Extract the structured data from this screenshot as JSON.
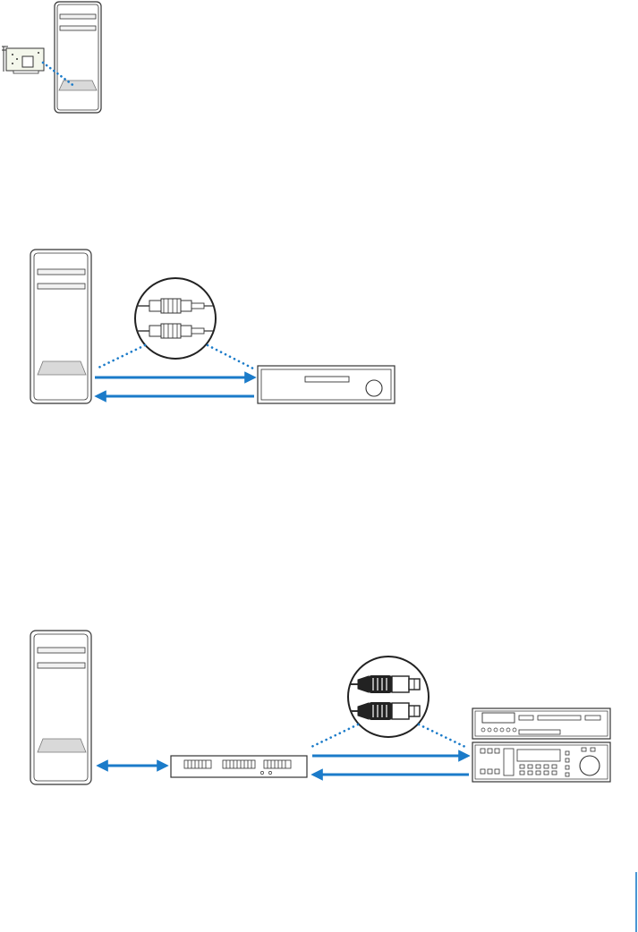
{
  "page": {
    "background": "#ffffff"
  },
  "colors": {
    "cable_blue": "#1b7bc9",
    "outline": "#333333",
    "drive_fill": "#f2f2f2",
    "slot_fill": "#d9d9d9",
    "card_green": "#f4f7ec"
  },
  "diagrams": [
    {
      "id": "pci-card-install",
      "icons": [
        "tower-computer-icon",
        "pci-card-icon"
      ]
    },
    {
      "id": "rca-analog-connection",
      "icons": [
        "tower-computer-icon",
        "rca-connector-icon",
        "stereo-receiver-icon"
      ]
    },
    {
      "id": "xlr-interface-connection",
      "icons": [
        "tower-computer-icon",
        "audio-interface-icon",
        "xlr-connector-icon",
        "pro-audio-rack-icon"
      ]
    }
  ]
}
